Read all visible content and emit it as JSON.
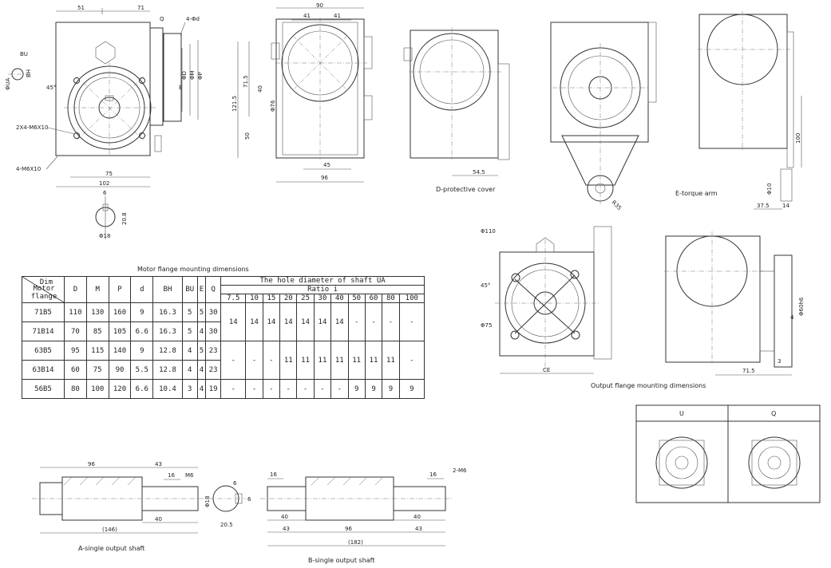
{
  "captions": {
    "table_title": "Motor flange mounting dimensions",
    "cover": "D-protective cover",
    "arm": "E-torque arm",
    "output_flange": "Output flange mounting dimensions",
    "shaft_a": "A-single output shaft",
    "shaft_b": "B-single output shaft"
  },
  "dims": {
    "v1": {
      "d51": "51",
      "d71": "71",
      "Q": "Q",
      "holes": "4-Φd",
      "BU": "BU",
      "BH": "BH",
      "UA": "ΦUA",
      "a45": "45°",
      "bolt1": "2X4-M6X10",
      "bolt2": "4-M6X10",
      "d75": "75",
      "d102": "102",
      "D": "ΦD",
      "M": "ΦM",
      "P": "ΦP",
      "E": "E",
      "r6": "6",
      "k20": "20.8",
      "s18": "Φ18"
    },
    "v2": {
      "d90": "90",
      "d41a": "41",
      "d41b": "41",
      "d1215": "121.5",
      "d715": "71.5",
      "d40": "40",
      "d76": "Φ76",
      "d50": "50",
      "d45": "45",
      "d96": "96"
    },
    "v3": {
      "d545": "54.5"
    },
    "v4": {
      "r35": "R35"
    },
    "v5": {
      "d100": "100",
      "d10": "Φ10",
      "d375": "37.5",
      "d14": "14"
    },
    "v6": {
      "d110": "Φ110",
      "a45": "45°",
      "d75": "Φ75",
      "CE": "CE"
    },
    "v7": {
      "d60": "Φ60h6",
      "d4": "4",
      "d3": "3",
      "d715": "71.5"
    },
    "shafta": {
      "d96": "96",
      "d43": "43",
      "d16": "16",
      "M6": "M6",
      "d40": "40",
      "d146": "(146)"
    },
    "shaftx": {
      "d6": "6",
      "d18": "Φ18",
      "d205": "20.5",
      "d6b": "6"
    },
    "shaftb": {
      "d16a": "16",
      "d16b": "16",
      "M6": "2-M6",
      "d40a": "40",
      "d40b": "40",
      "d43a": "43",
      "d96": "96",
      "d43b": "43",
      "d182": "(182)"
    }
  },
  "uq": {
    "U": "U",
    "Q": "Q"
  },
  "table": {
    "dim_label": "Dim",
    "motor_flange_label": "Motor flange",
    "columns": [
      "D",
      "M",
      "P",
      "d",
      "BH",
      "BU",
      "E",
      "Q"
    ],
    "group_header": "The hole diameter of shaft UA",
    "ratio_header": "Ratio i",
    "ratios": [
      "7.5",
      "10",
      "15",
      "20",
      "25",
      "30",
      "40",
      "50",
      "60",
      "80",
      "100"
    ],
    "rows": [
      {
        "name": "71B5",
        "vals": [
          "110",
          "130",
          "160",
          "9",
          "16.3",
          "5",
          "5",
          "30"
        ]
      },
      {
        "name": "71B14",
        "vals": [
          "70",
          "85",
          "105",
          "6.6",
          "16.3",
          "5",
          "4",
          "30"
        ]
      },
      {
        "name": "63B5",
        "vals": [
          "95",
          "115",
          "140",
          "9",
          "12.8",
          "4",
          "5",
          "23"
        ]
      },
      {
        "name": "63B14",
        "vals": [
          "60",
          "75",
          "90",
          "5.5",
          "12.8",
          "4",
          "4",
          "23"
        ]
      },
      {
        "name": "56B5",
        "vals": [
          "80",
          "100",
          "120",
          "6.6",
          "10.4",
          "3",
          "4",
          "19"
        ]
      }
    ],
    "ua_rows_71": [
      "14",
      "14",
      "14",
      "14",
      "14",
      "14",
      "14",
      "-",
      "-",
      "-",
      "-"
    ],
    "ua_rows_63": [
      "-",
      "-",
      "-",
      "11",
      "11",
      "11",
      "11",
      "11",
      "11",
      "11",
      "-"
    ],
    "ua_row_56": [
      "-",
      "-",
      "-",
      "-",
      "-",
      "-",
      "-",
      "9",
      "9",
      "9",
      "9"
    ]
  },
  "colors": {
    "line": "#333333",
    "paper": "#ffffff"
  }
}
